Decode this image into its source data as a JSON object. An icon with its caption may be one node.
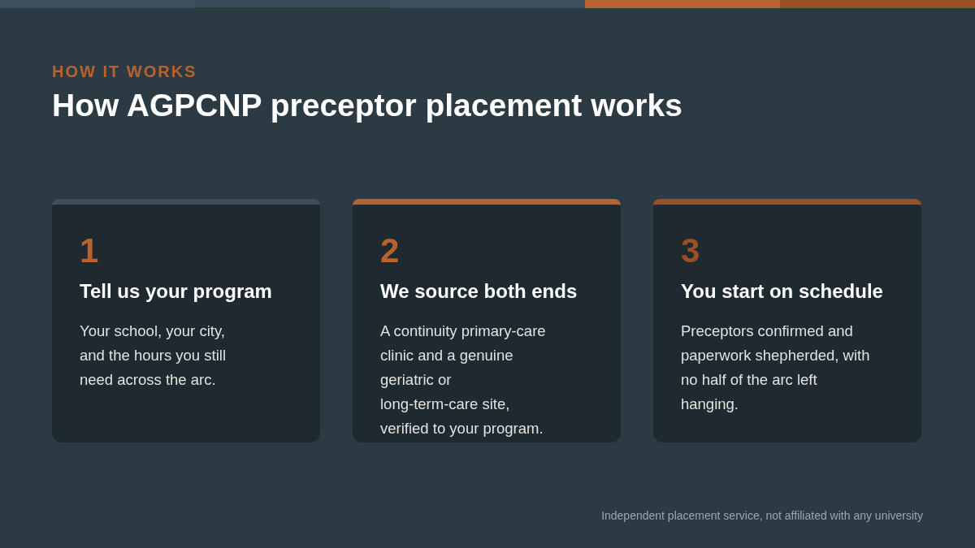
{
  "diagram": {
    "title": "How AGPCNP preceptor placement works",
    "nodes": [
      {
        "text": [
          "1",
          "Tell us your program",
          "Your school, your city, and the hours you still need across the arc."
        ]
      },
      {
        "text": [
          "2",
          "We source both ends",
          "A continuity primary-care clinic and a genuine geriatric or long-term-care site, verified to your program."
        ]
      },
      {
        "text": [
          "3",
          "You start on schedule",
          "Preceptors confirmed and paperwork shepherded, with no half of the arc left hanging."
        ]
      }
    ],
    "labels": [
      "HOW IT WORKS",
      "Independent placement service, not affiliated with any university"
    ]
  }
}
